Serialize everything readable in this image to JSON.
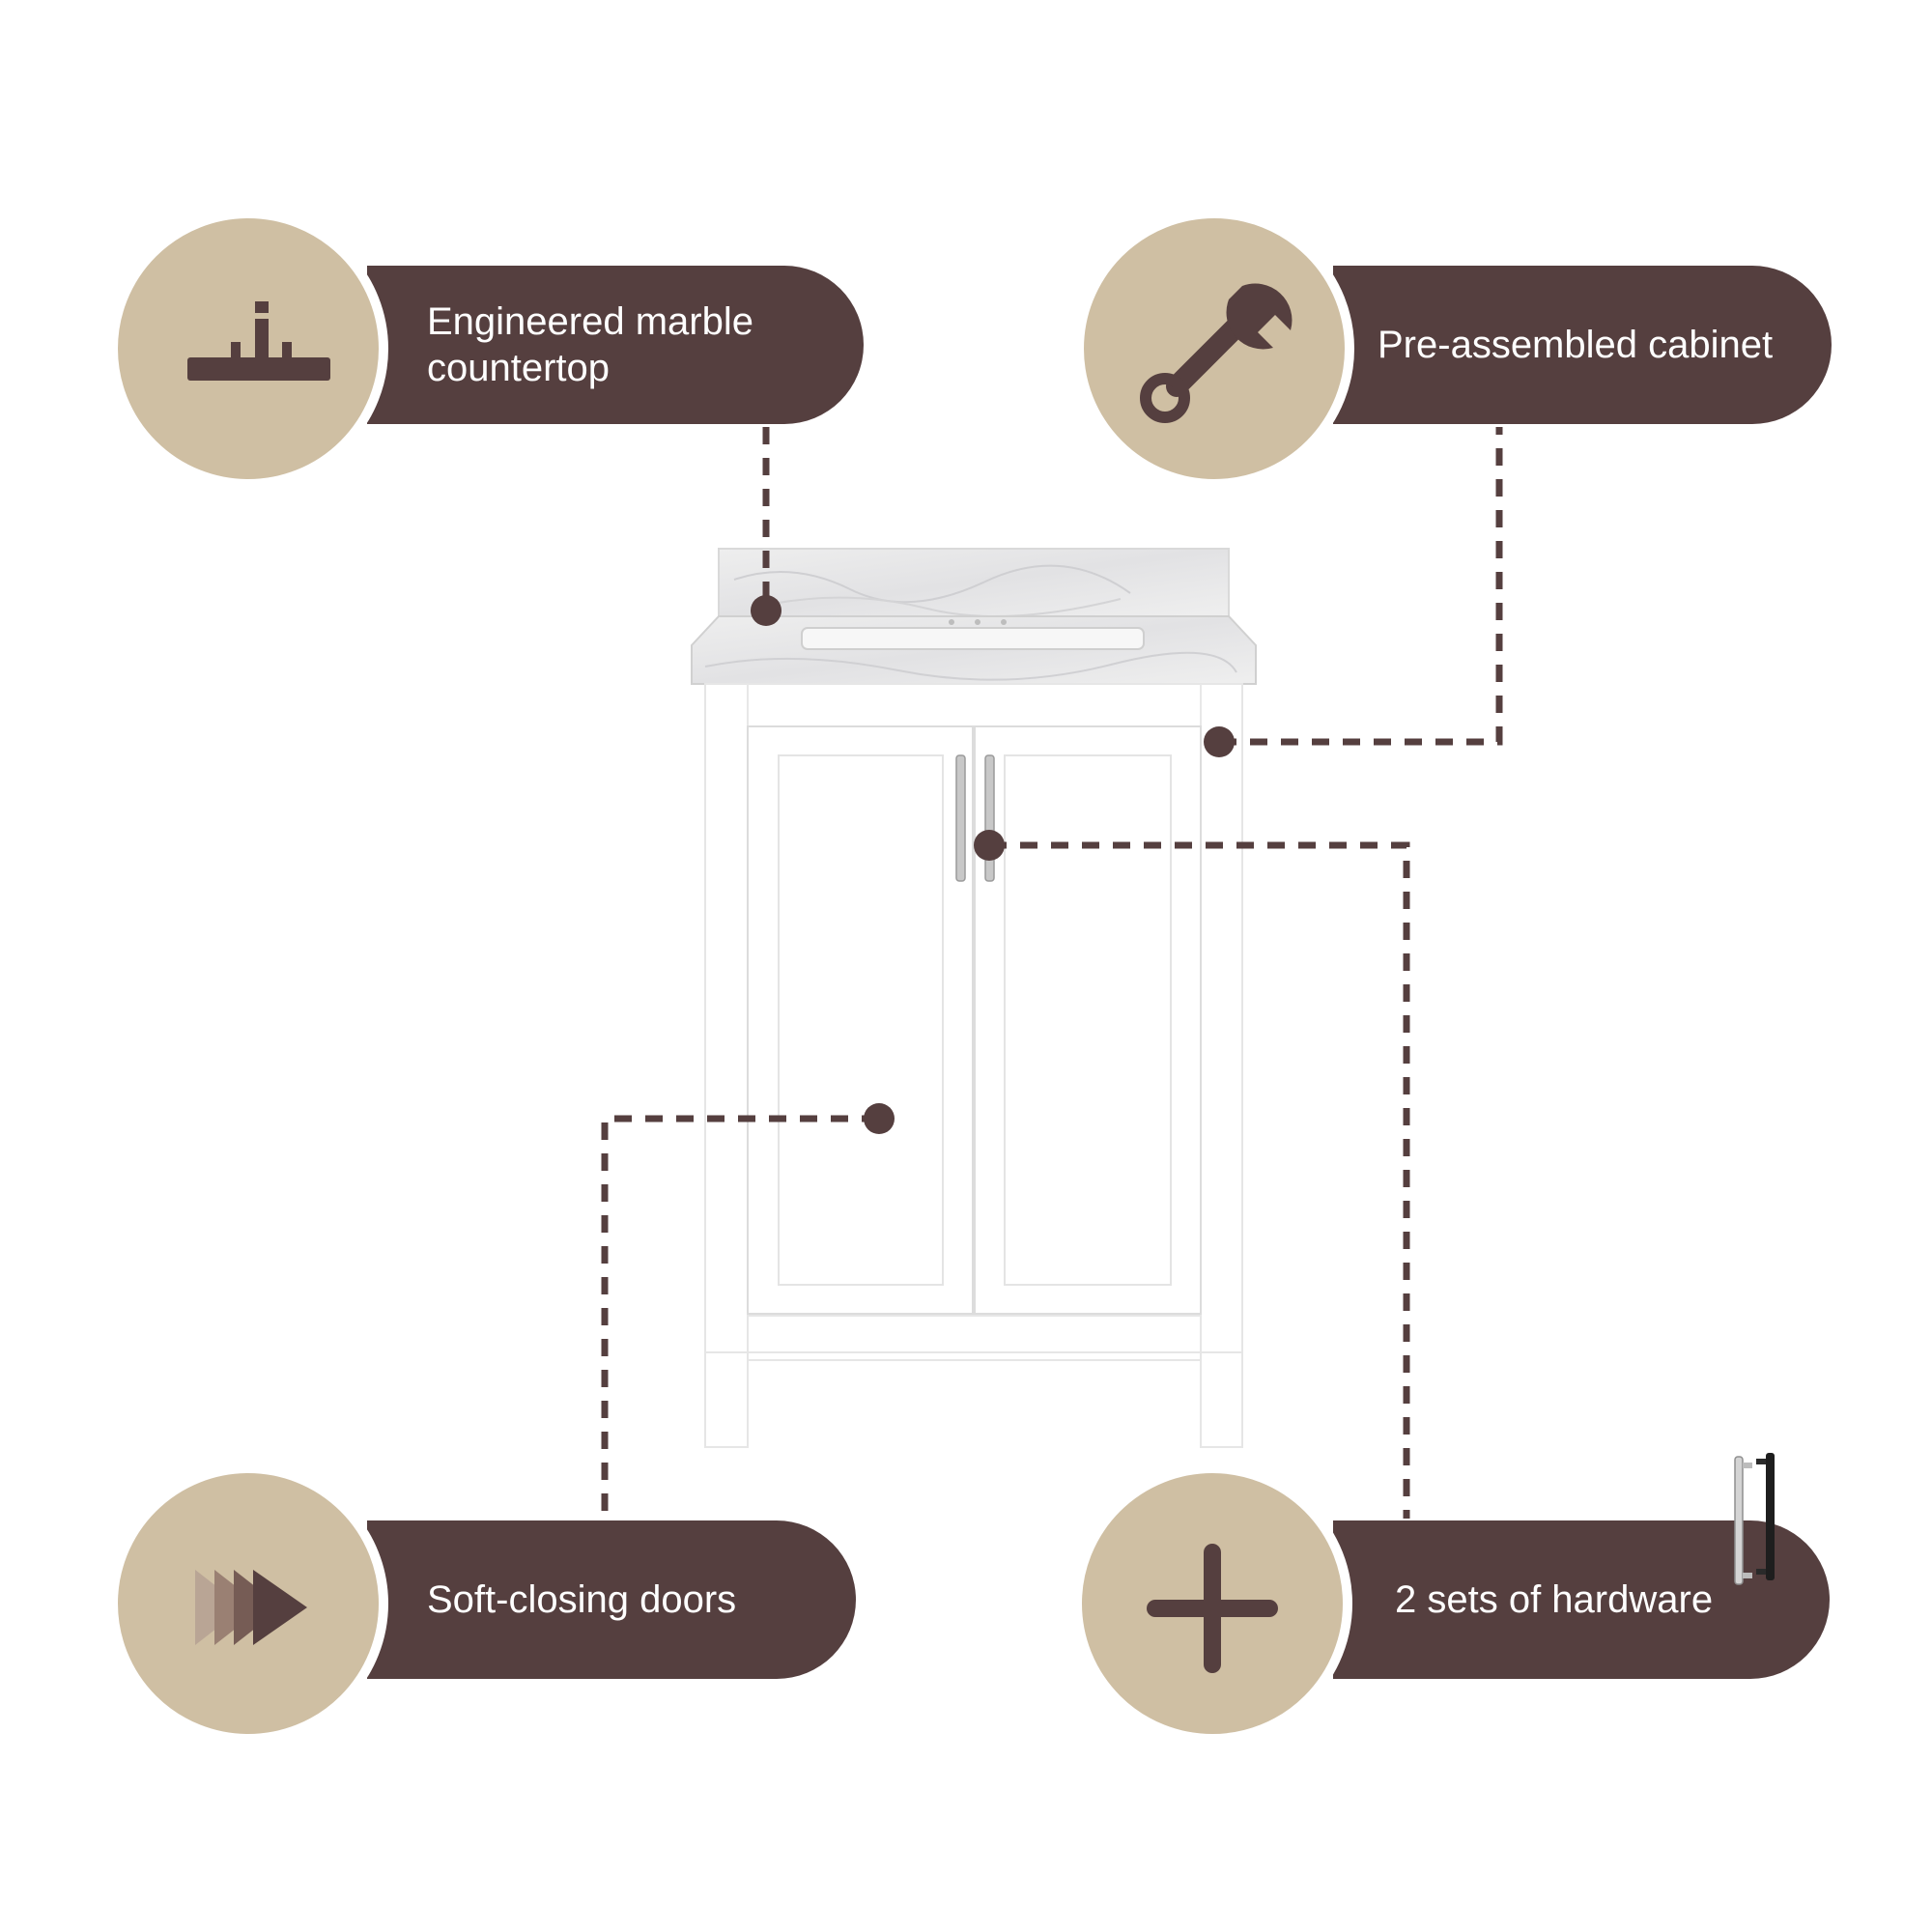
{
  "callouts": {
    "top_left": {
      "label": "Engineered marble\ncountertop",
      "icon": "sink-faucet-icon"
    },
    "top_right": {
      "label": "Pre-assembled cabinet",
      "icon": "wrench-icon"
    },
    "bottom_left": {
      "label": "Soft-closing doors",
      "icon": "fast-forward-arrows-icon"
    },
    "bottom_right": {
      "label": "2 sets of hardware",
      "icon": "plus-icon"
    }
  },
  "colors": {
    "accent_brown": "#553f3f",
    "circle_beige": "#cfbfa3",
    "background": "#ffffff"
  },
  "product": {
    "name": "vanity-cabinet-with-marble-top",
    "hardware_finishes": [
      "chrome",
      "matte-black"
    ]
  }
}
